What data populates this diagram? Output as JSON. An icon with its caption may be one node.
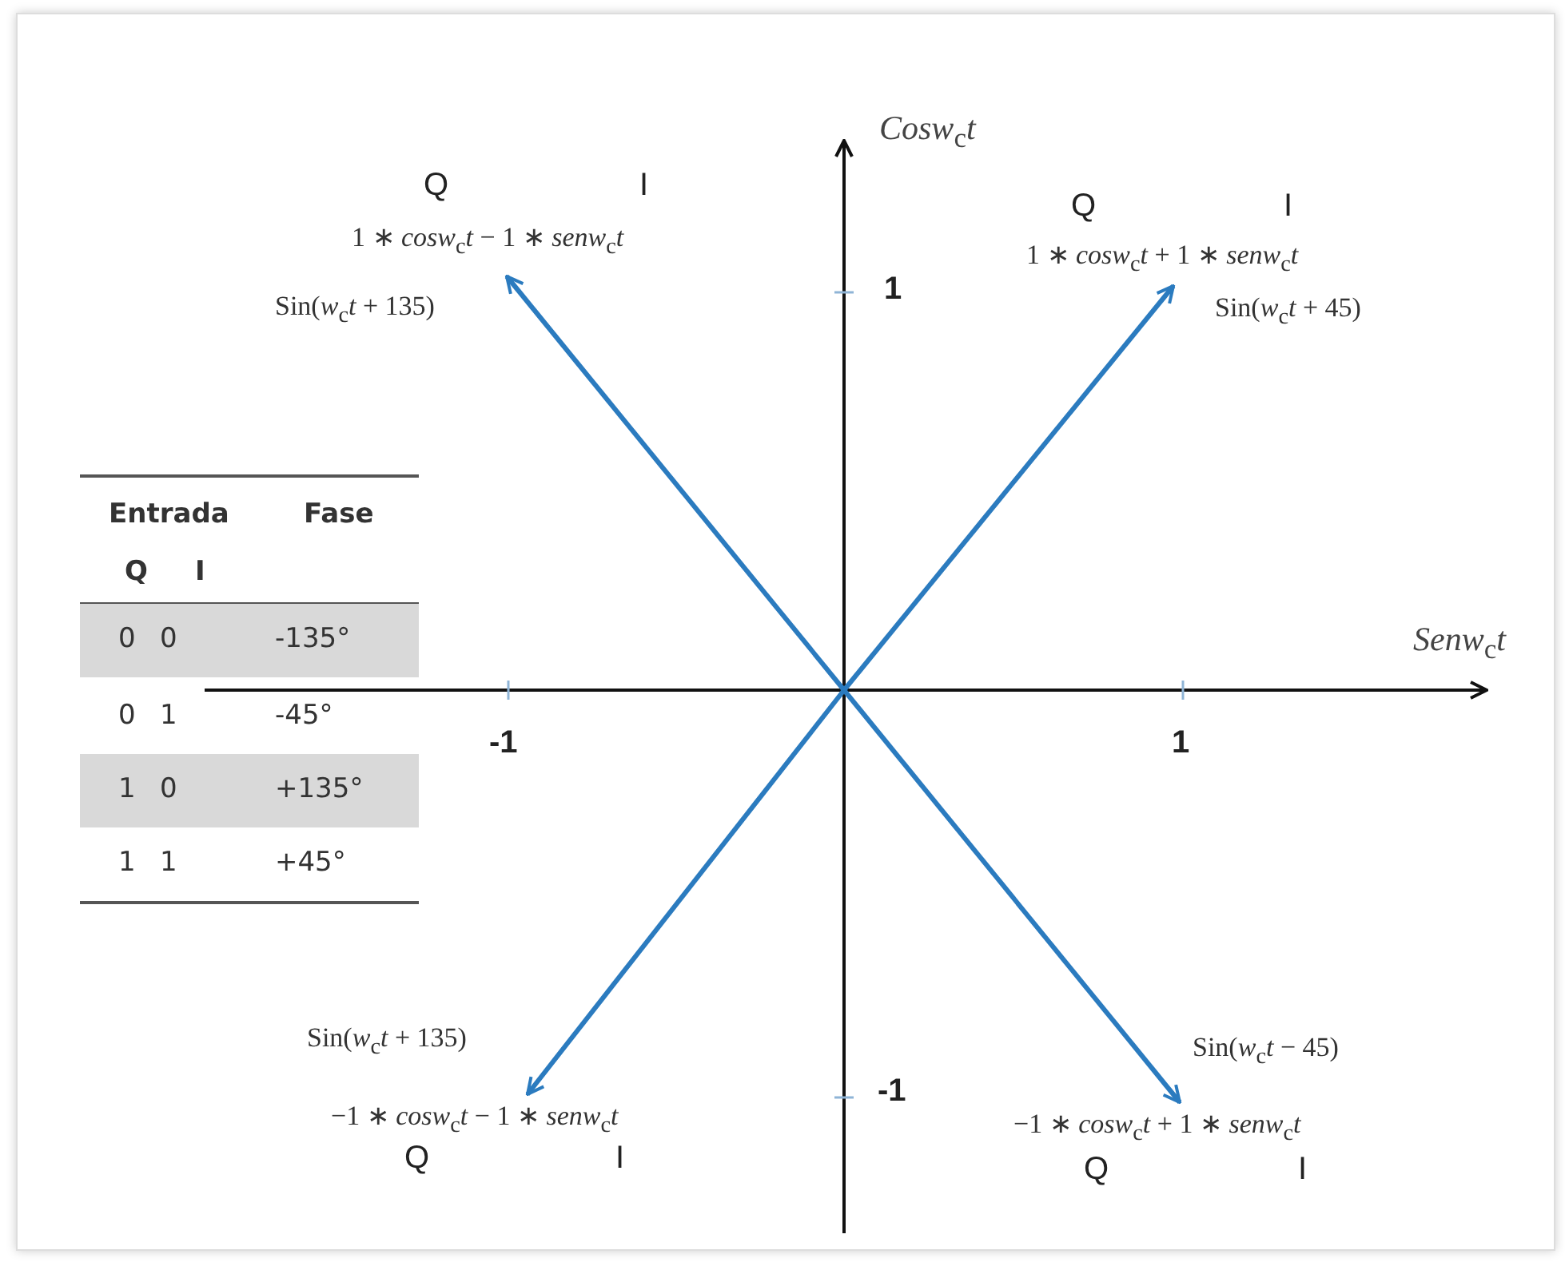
{
  "diagram": {
    "nodes": [
      {
        "text": [
          "Q",
          "I",
          "1 ∗ *cosw*$_{c}$*t* − 1 ∗ *senw*$_{c}$*t*"
        ],
        "beside": [
          "Sin(*w*$_{c}$*t* + 135)"
        ]
      },
      {
        "text": [
          "Q",
          "I",
          "1 ∗ *cosw*$_{c}$*t* + 1 ∗ *senw*$_{c}$*t*"
        ],
        "beside": [
          "Sin(*w*$_{c}$*t* + 45)"
        ]
      },
      {
        "text": [
          "−1 ∗ *cosw*$_{c}$*t* − 1 ∗ *senw*$_{c}$*t*",
          "Q",
          "I"
        ],
        "beside": [
          "Sin(*w*$_{c}$*t* + 135)"
        ]
      },
      {
        "text": [
          "−1 ∗ *cosw*$_{c}$*t* + 1 ∗ *senw*$_{c}$*t*",
          "Q",
          "I"
        ],
        "beside": [
          "Sin(*w*$_{c}$*t* − 45)"
        ]
      }
    ],
    "edges": [
      {
        "from": null,
        "to": 0,
        "arrow": "to"
      },
      {
        "from": null,
        "to": 1,
        "arrow": "to"
      },
      {
        "from": null,
        "to": 2,
        "arrow": "to"
      },
      {
        "from": null,
        "to": 3,
        "arrow": "to"
      }
    ],
    "labels": [
      "*Cosw*$_{c}$*t*",
      "1",
      "Entrada",
      "Fase",
      "Q",
      "I",
      "0",
      "0",
      "-135°",
      "0",
      "1",
      "-45°",
      "1",
      "0",
      "+135°",
      "1",
      "1",
      "+45°",
      "*Senw*$_{c}$*t*",
      "-1",
      "1",
      "-1"
    ]
  }
}
